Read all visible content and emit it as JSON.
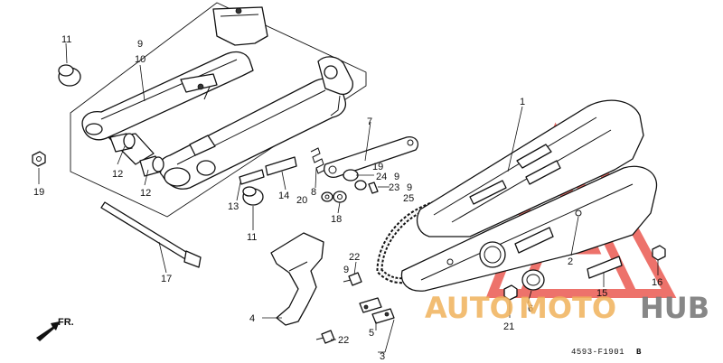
{
  "diagram": {
    "callouts": {
      "c1": "1",
      "c2": "2",
      "c3": "3",
      "c4": "4",
      "c5": "5",
      "c6": "6",
      "c7": "7",
      "c8": "8",
      "c9a": "9",
      "c9b": "9",
      "c9c": "9",
      "c9d": "9",
      "c10": "10",
      "c11a": "11",
      "c11b": "11",
      "c12a": "12",
      "c12b": "12",
      "c13": "13",
      "c14": "14",
      "c15": "15",
      "c16": "16",
      "c17": "17",
      "c18": "18",
      "c19a": "19",
      "c19b": "19",
      "c20": "20",
      "c21": "21",
      "c22a": "22",
      "c22b": "22",
      "c23": "23",
      "c24": "24",
      "c25": "25"
    },
    "front_arrow_label": "FR.",
    "figure_code": "4593-F1901",
    "figure_suffix": "B"
  },
  "watermark": {
    "part1": "AUTO",
    "part2": "MOTO",
    "part3": "HUB",
    "triangle_color": "#e8443a",
    "text_color_primary": "#f0b25a",
    "text_color_secondary": "#7a7a7a"
  }
}
